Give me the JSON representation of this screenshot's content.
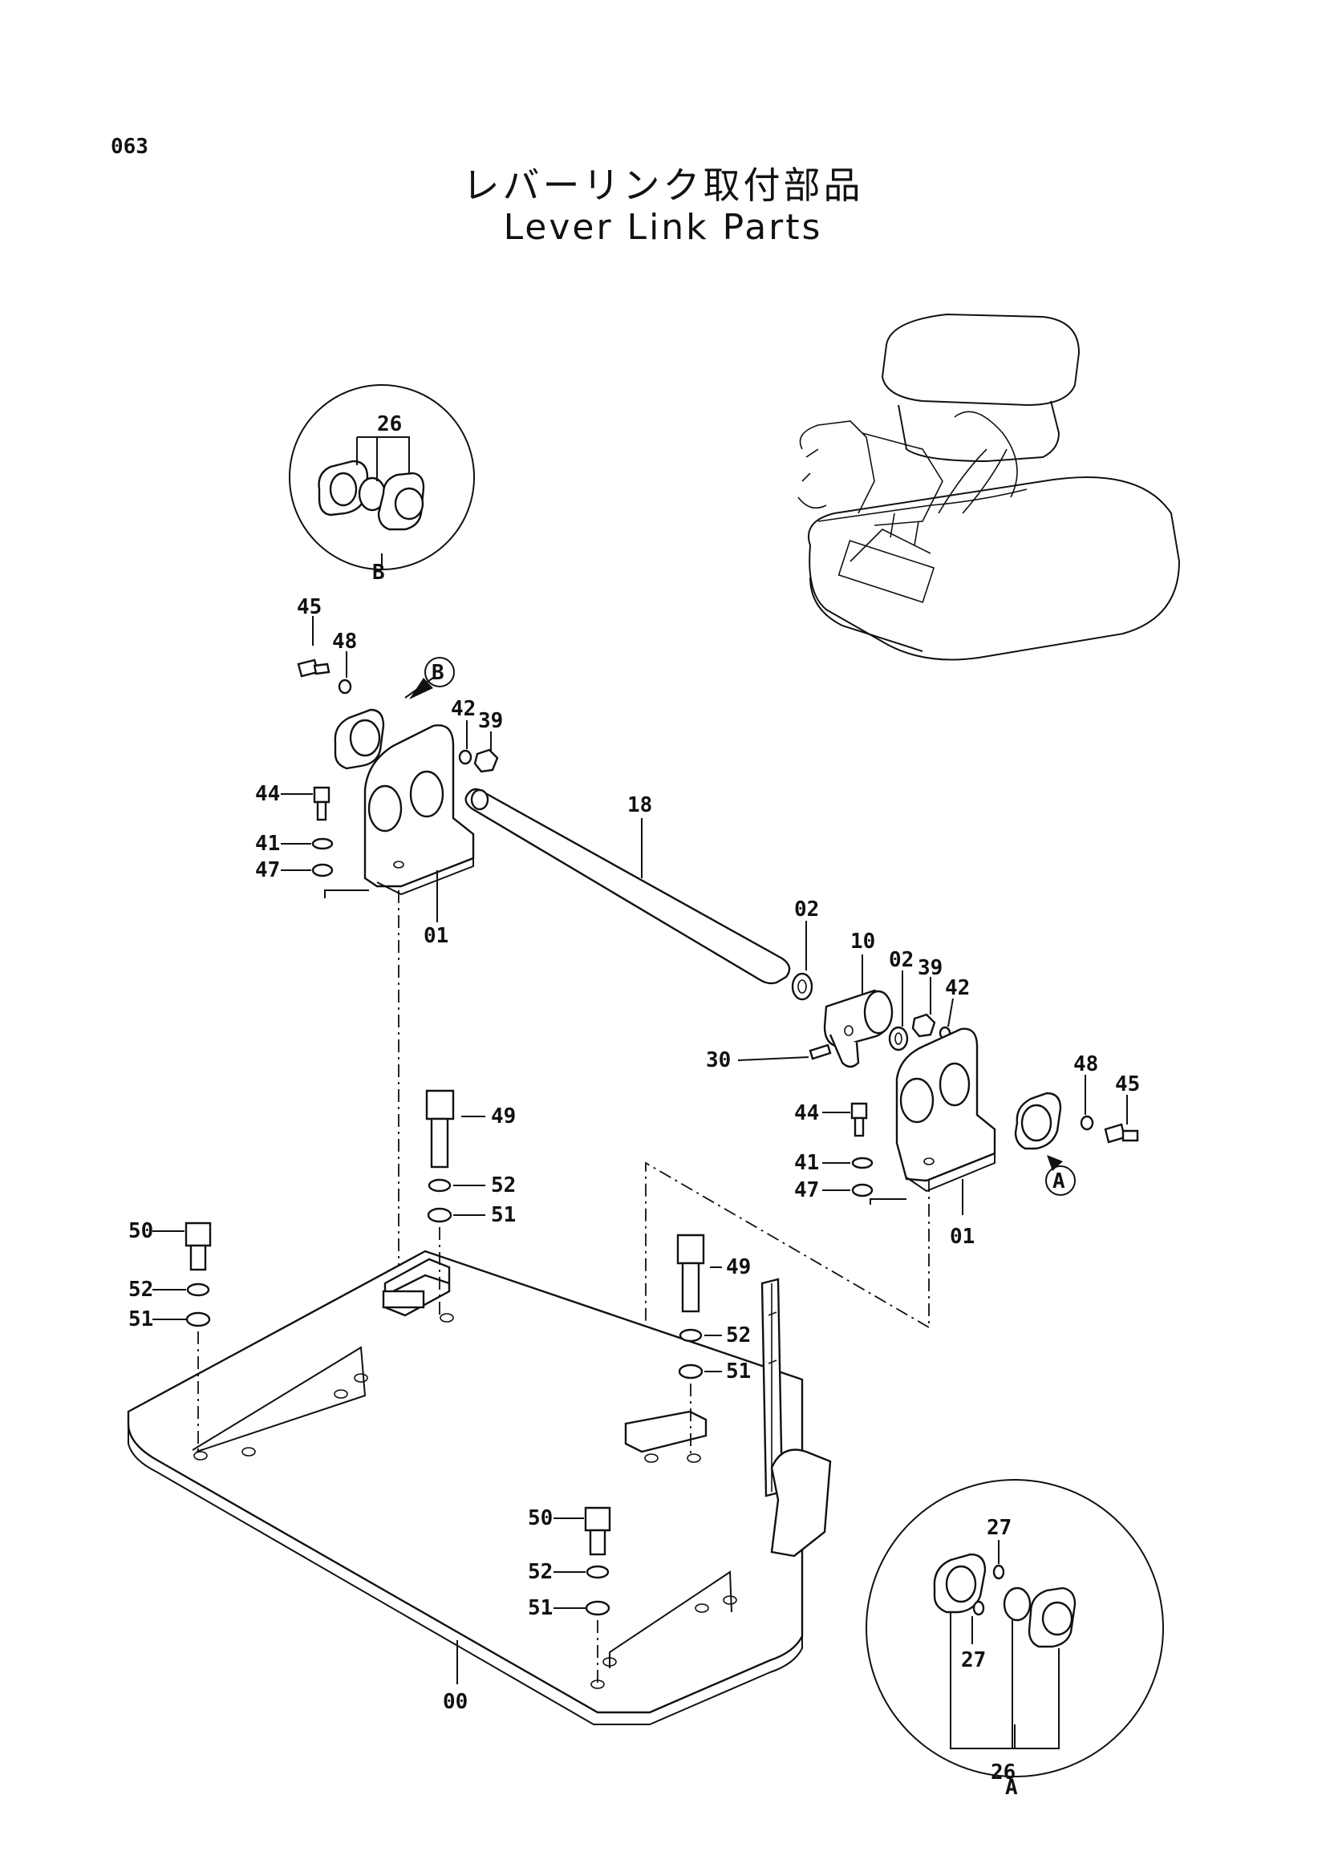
{
  "page": {
    "number": "063",
    "title_jp": "レバーリンク取付部品",
    "title_en": "Lever Link Parts"
  },
  "callouts": {
    "detail_b": "B",
    "detail_a": "A",
    "b26": "26",
    "a27_top": "27",
    "a27_bottom": "27",
    "a26": "26",
    "l45": "45",
    "l48": "48",
    "l42": "42",
    "l39": "39",
    "l44": "44",
    "l41": "41",
    "l47": "47",
    "l01": "01",
    "l18": "18",
    "l02a": "02",
    "l10": "10",
    "l02b": "02",
    "l39b": "39",
    "l42b": "42",
    "l30": "30",
    "l48b": "48",
    "l45b": "45",
    "l44b": "44",
    "l41b": "41",
    "l47b": "47",
    "l01b": "01",
    "l49": "49",
    "l52": "52",
    "l51": "51",
    "l50": "50",
    "l52b": "52",
    "l51b": "51",
    "l49b": "49",
    "l52c": "52",
    "l51c": "51",
    "l50b": "50",
    "l52d": "52",
    "l51d": "51",
    "l00": "00"
  },
  "icons": [
    "excavator-overview-icon",
    "detail-b-circle",
    "detail-a-circle"
  ]
}
